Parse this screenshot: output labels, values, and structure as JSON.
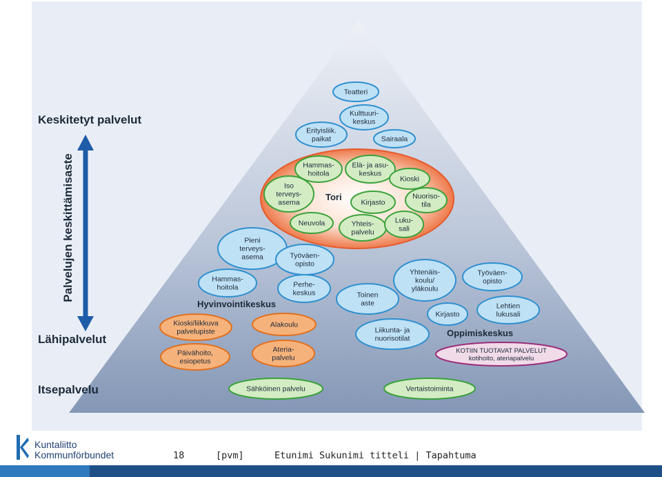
{
  "levels": {
    "top": "Keskitetyt palvelut",
    "middle": "Lähipalvelut",
    "bottom": "Itsepalvelu",
    "axis": "Palvelujen keskittämisaste"
  },
  "groups": {
    "tori": "Tori",
    "hyvinvointikeskus": "Hyvinvointikeskus",
    "oppimiskeskus": "Oppimiskeskus"
  },
  "nodes": [
    {
      "lines": [
        "Teatteri"
      ],
      "color": "blue"
    },
    {
      "lines": [
        "Kulttuuri-",
        "keskus"
      ],
      "color": "blue"
    },
    {
      "lines": [
        "Erityisliik.",
        "paikat"
      ],
      "color": "blue"
    },
    {
      "lines": [
        "Sairaala"
      ],
      "color": "blue"
    },
    {
      "lines": [
        "Hammas-",
        "hoitola"
      ],
      "color": "green"
    },
    {
      "lines": [
        "Elä- ja asu-",
        "keskus"
      ],
      "color": "green"
    },
    {
      "lines": [
        "Kioski"
      ],
      "color": "green"
    },
    {
      "lines": [
        "Iso",
        "terveys-",
        "asema"
      ],
      "color": "green"
    },
    {
      "lines": [
        "Kirjasto"
      ],
      "color": "green"
    },
    {
      "lines": [
        "Nuoriso-",
        "tila"
      ],
      "color": "green"
    },
    {
      "lines": [
        "Neuvola"
      ],
      "color": "green"
    },
    {
      "lines": [
        "Yhteis-",
        "palvelu"
      ],
      "color": "green"
    },
    {
      "lines": [
        "Luku-",
        "sali"
      ],
      "color": "green"
    },
    {
      "lines": [
        "Pieni",
        "terveys-",
        "asema"
      ],
      "color": "blue"
    },
    {
      "lines": [
        "Työväen-",
        "opisto"
      ],
      "color": "blue"
    },
    {
      "lines": [
        "Hammas-",
        "hoitola"
      ],
      "color": "blue"
    },
    {
      "lines": [
        "Perhe-",
        "keskus"
      ],
      "color": "blue"
    },
    {
      "lines": [
        "Toinen",
        "aste"
      ],
      "color": "blue"
    },
    {
      "lines": [
        "Yhtenäis-",
        "koulu/",
        "yläkoulu"
      ],
      "color": "blue"
    },
    {
      "lines": [
        "Työväen-",
        "opisto"
      ],
      "color": "blue"
    },
    {
      "lines": [
        "Kirjasto"
      ],
      "color": "blue"
    },
    {
      "lines": [
        "Lehtien",
        "lukusali"
      ],
      "color": "blue"
    },
    {
      "lines": [
        "Liikunta- ja",
        "nuorisotilat"
      ],
      "color": "blue"
    },
    {
      "lines": [
        "Kioski/liikkuva",
        "palvelupiste"
      ],
      "color": "orange"
    },
    {
      "lines": [
        "Alakoulu"
      ],
      "color": "orange"
    },
    {
      "lines": [
        "Päivähoito,",
        "esiopetus"
      ],
      "color": "orange"
    },
    {
      "lines": [
        "Ateria-",
        "palvelu"
      ],
      "color": "orange"
    },
    {
      "lines": [
        "KOTIIN TUOTAVAT PALVELUT",
        "kotihoito, ateriapalvelu"
      ],
      "color": "purple"
    },
    {
      "lines": [
        "Sähköinen palvelu"
      ],
      "color": "green"
    },
    {
      "lines": [
        "Vertaistoiminta"
      ],
      "color": "green"
    }
  ],
  "colors": {
    "blue": "#bfe1f5",
    "blue_stroke": "#2e8fcf",
    "green": "#d4ecc4",
    "green_stroke": "#3aa23a",
    "orange": "#f6b27b",
    "orange_stroke": "#e0701f",
    "purple": "#f1dbe9",
    "purple_stroke": "#9c2d7a",
    "arrow": "#1e5ca8"
  },
  "footer": {
    "logo_line1": "Kuntaliitto",
    "logo_line2": "Kommunförbundet",
    "page_number": "18",
    "date_placeholder": "[pvm]",
    "presenter": "Etunimi Sukunimi titteli | Tapahtuma"
  }
}
